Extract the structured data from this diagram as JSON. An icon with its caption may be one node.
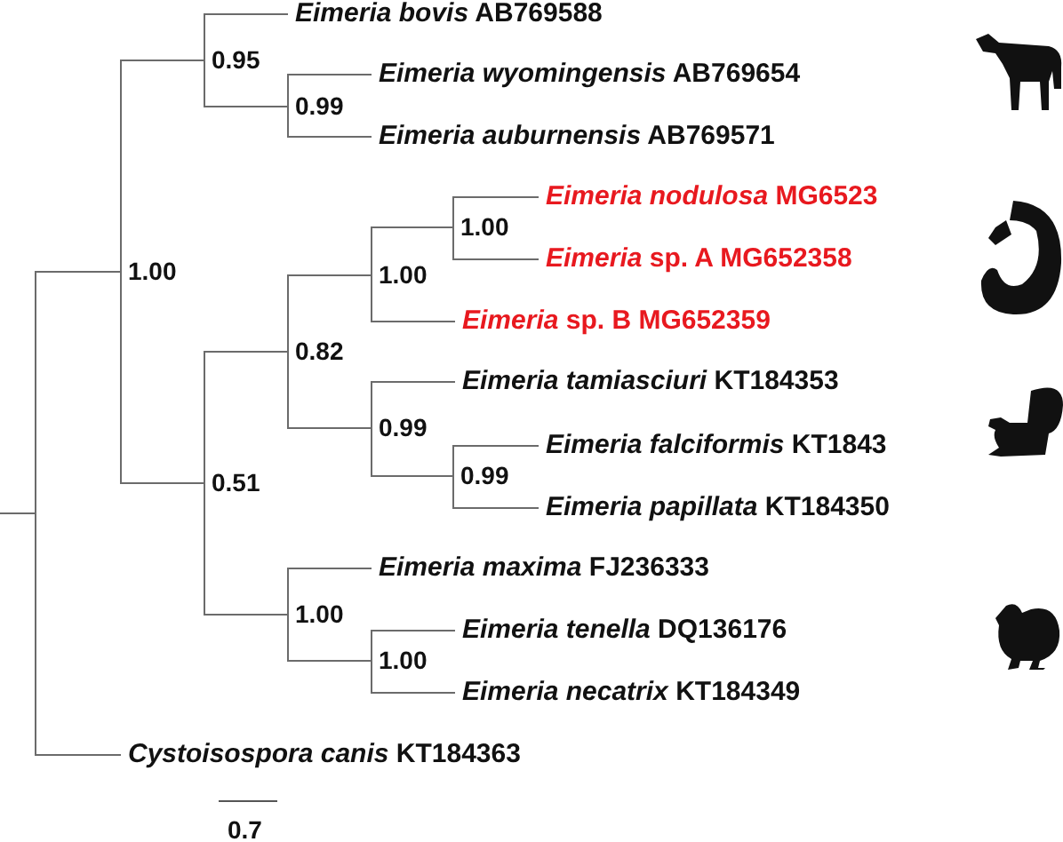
{
  "diagram": {
    "nodes": [
      {
        "text": [
          "*Eimeria bovis* AB769588"
        ]
      },
      {
        "text": [
          "0.95"
        ]
      },
      {
        "text": [
          "*Eimeria wyomingensis* AB769654"
        ]
      },
      {
        "text": [
          "0.99"
        ]
      },
      {
        "text": [
          "*Eimeria auburnensis* AB769571"
        ]
      },
      {
        "text": [
          "1.00"
        ]
      },
      {
        "text": [
          "*Eimeria nodulosa* MG6523"
        ]
      },
      {
        "text": [
          "1.00"
        ]
      },
      {
        "text": [
          "*Eimeria* sp. A MG652358"
        ]
      },
      {
        "text": [
          "1.00"
        ]
      },
      {
        "text": [
          "*Eimeria* sp. B MG652359"
        ]
      },
      {
        "text": [
          "0.82"
        ]
      },
      {
        "text": [
          "*Eimeria tamiasciuri* KT184353"
        ]
      },
      {
        "text": [
          "0.99"
        ]
      },
      {
        "text": [
          "*Eimeria falciformis* KT1843"
        ]
      },
      {
        "text": [
          "0.99"
        ]
      },
      {
        "text": [
          "*Eimeria papillata* KT184350"
        ]
      },
      {
        "text": [
          "0.51"
        ]
      },
      {
        "text": [
          "*Eimeria maxima* FJ236333"
        ]
      },
      {
        "text": [
          "1.00"
        ]
      },
      {
        "text": [
          "*Eimeria tenella* DQ136176"
        ]
      },
      {
        "text": [
          "1.00"
        ]
      },
      {
        "text": [
          "*Eimeria necatrix* KT184349"
        ]
      },
      {
        "text": [
          "*Cystoisospora canis* KT184363"
        ]
      }
    ],
    "edges": [
      {
        "from": null,
        "to": 5,
        "arrow": "none"
      },
      {
        "from": null,
        "to": 23,
        "arrow": "none"
      },
      {
        "from": 5,
        "to": 1,
        "arrow": "none"
      },
      {
        "from": 5,
        "to": 17,
        "arrow": "none"
      },
      {
        "from": 1,
        "to": 0,
        "arrow": "none"
      },
      {
        "from": 1,
        "to": 3,
        "arrow": "none"
      },
      {
        "from": 3,
        "to": 2,
        "arrow": "none"
      },
      {
        "from": 3,
        "to": 4,
        "arrow": "none"
      },
      {
        "from": 17,
        "to": 11,
        "arrow": "none"
      },
      {
        "from": 17,
        "to": 19,
        "arrow": "none"
      },
      {
        "from": 11,
        "to": 9,
        "arrow": "none"
      },
      {
        "from": 11,
        "to": 13,
        "arrow": "none"
      },
      {
        "from": 9,
        "to": 7,
        "arrow": "none"
      },
      {
        "from": 9,
        "to": 10,
        "arrow": "none"
      },
      {
        "from": 7,
        "to": 6,
        "arrow": "none"
      },
      {
        "from": 7,
        "to": 8,
        "arrow": "none"
      },
      {
        "from": 13,
        "to": 12,
        "arrow": "none"
      },
      {
        "from": 13,
        "to": 15,
        "arrow": "none"
      },
      {
        "from": 15,
        "to": 14,
        "arrow": "none"
      },
      {
        "from": 15,
        "to": 16,
        "arrow": "none"
      },
      {
        "from": 19,
        "to": 18,
        "arrow": "none"
      },
      {
        "from": 19,
        "to": 21,
        "arrow": "none"
      },
      {
        "from": 21,
        "to": 20,
        "arrow": "none"
      },
      {
        "from": 21,
        "to": 22,
        "arrow": "none"
      }
    ],
    "labels": [
      "0.7"
    ]
  }
}
